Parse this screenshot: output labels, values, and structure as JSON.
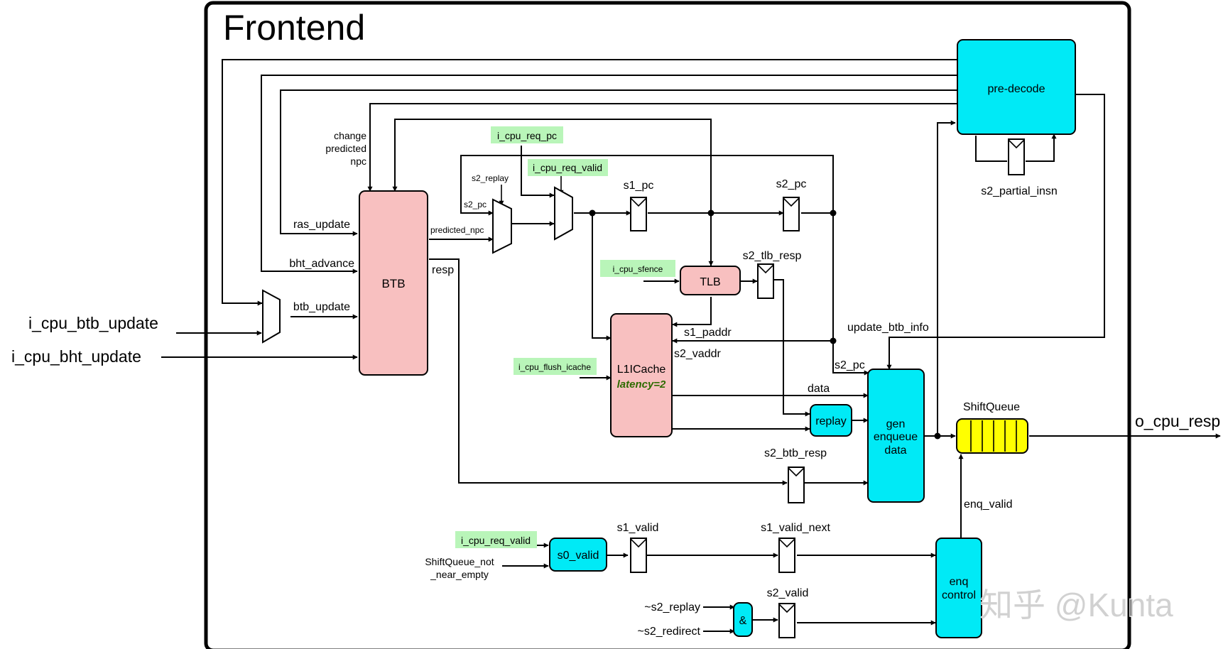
{
  "title": "Frontend",
  "watermark": "知乎 @Kunta",
  "colors": {
    "memory_block": "#f8c0c0",
    "logic_block": "#00eaf6",
    "queue": "#ffff00",
    "cpu_request_highlight": "#b9f5b9"
  },
  "blocks": {
    "btb": "BTB",
    "tlb": "TLB",
    "l1icache": "L1ICache",
    "l1icache_latency": "latency=2",
    "predecode": "pre-decode",
    "replay": "replay",
    "gen_enqueue_line1": "gen",
    "gen_enqueue_line2": "enqueue",
    "gen_enqueue_line3": "data",
    "shiftqueue": "ShiftQueue",
    "s0_valid": "s0_valid",
    "enq_control_line1": "enq",
    "enq_control_line2": "control",
    "and_gate": "&"
  },
  "inputs": {
    "btb_update": "i_cpu_btb_update",
    "bht_update": "i_cpu_bht_update",
    "req_pc": "i_cpu_req_pc",
    "req_valid": "i_cpu_req_valid",
    "sfence": "i_cpu_sfence",
    "flush_icache": "i_cpu_flush_icache",
    "req_valid_2": "i_cpu_req_valid",
    "shiftqueue_not_line1": "ShiftQueue_not",
    "shiftqueue_not_line2": "_near_empty",
    "not_s2_replay": "~s2_replay",
    "not_s2_redirect": "~s2_redirect"
  },
  "outputs": {
    "cpu_resp": "o_cpu_resp"
  },
  "signals": {
    "change": "change",
    "predicted": "predicted",
    "npc": "npc",
    "ras_update": "ras_update",
    "bht_advance": "bht_advance",
    "btb_update": "btb_update",
    "resp": "resp",
    "predicted_npc": "predicted_npc",
    "s2_replay": "s2_replay",
    "s2_pc_mux": "s2_pc",
    "s1_pc": "s1_pc",
    "s2_pc": "s2_pc",
    "s2_tlb_resp": "s2_tlb_resp",
    "s1_paddr": "s1_paddr",
    "s2_vaddr": "s2_vaddr",
    "update_btb_info": "update_btb_info",
    "s2_pc_gen": "s2_pc",
    "data": "data",
    "s2_btb_resp": "s2_btb_resp",
    "enq_valid": "enq_valid",
    "s1_valid": "s1_valid",
    "s1_valid_next": "s1_valid_next",
    "s2_valid": "s2_valid",
    "s2_partial_insn": "s2_partial_insn"
  }
}
